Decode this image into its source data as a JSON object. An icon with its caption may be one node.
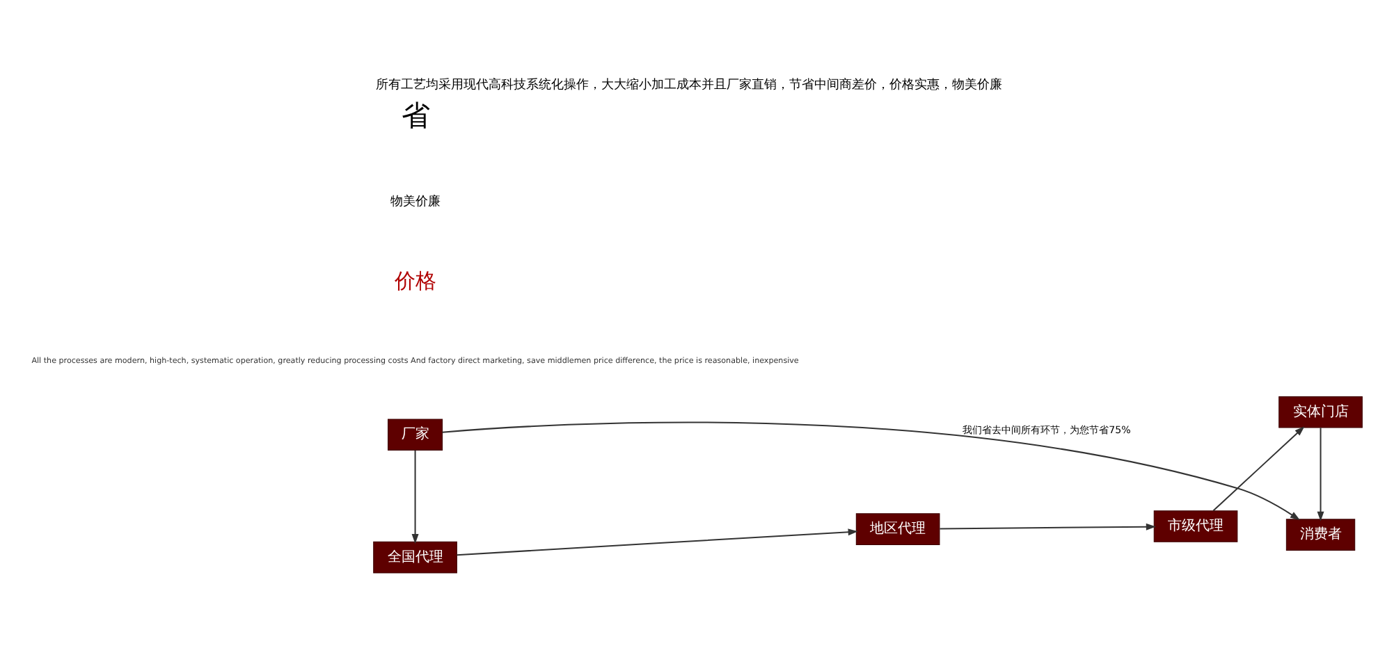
{
  "diagram": {
    "title": "所有工艺均采用现代高科技系统化操作，大大缩小加工成本并且厂家直销，节省中间商差价，价格实惠，物美价廉",
    "nodes": [
      {
        "text": [
          "全国代理"
        ]
      },
      {
        "text": [
          "地区代理"
        ]
      },
      {
        "text": [
          "市级代理"
        ]
      },
      {
        "text": [
          "实体门店"
        ]
      },
      {
        "text": [
          "厂家"
        ]
      },
      {
        "text": [
          "消费者"
        ]
      }
    ],
    "edges": [
      {
        "from": 0,
        "to": 1,
        "arrow": "to"
      },
      {
        "from": 1,
        "to": 2,
        "arrow": "to"
      },
      {
        "from": 2,
        "to": 3,
        "arrow": "to"
      },
      {
        "from": 3,
        "to": 5,
        "arrow": "to"
      },
      {
        "from": 4,
        "to": 0,
        "arrow": "to"
      },
      {
        "from": 4,
        "to": 5,
        "arrow": "to",
        "label": "我们省去中间所有环节，为您节省75%"
      }
    ],
    "labels": [
      "All the processes are modern, high-tech, systematic operation, greatly reducing processing costs And factory direct marketing, save middlemen price difference, the price is reasonable, inexpensive",
      "价格",
      "物美价廉",
      "省"
    ]
  }
}
